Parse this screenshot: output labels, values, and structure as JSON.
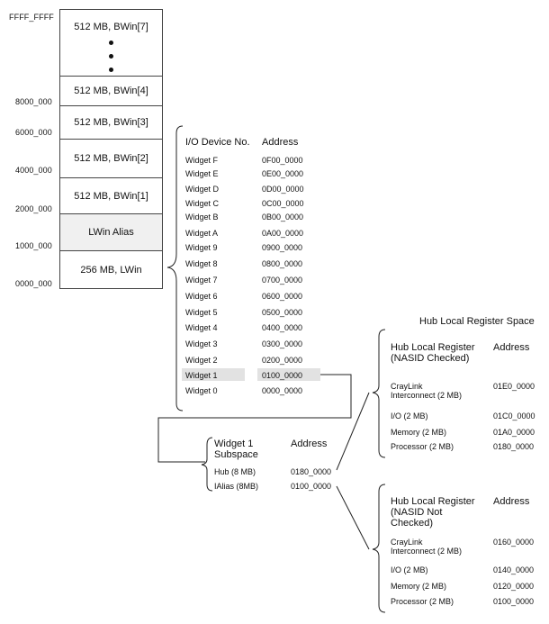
{
  "memory_map": {
    "ticks": [
      "FFFF_FFFF",
      "8000_000",
      "6000_000",
      "4000_000",
      "2000_000",
      "1000_000",
      "0000_000"
    ],
    "blocks": [
      {
        "label": "512 MB, BWin[7]"
      },
      {
        "label": "512 MB, BWin[4]"
      },
      {
        "label": "512 MB, BWin[3]"
      },
      {
        "label": "512 MB, BWin[2]"
      },
      {
        "label": "512 MB, BWin[1]"
      },
      {
        "label": "LWin Alias"
      },
      {
        "label": "256 MB, LWin"
      }
    ]
  },
  "io_table": {
    "col_device": "I/O Device No.",
    "col_address": "Address",
    "rows": [
      {
        "device": "Widget F",
        "address": "0F00_0000"
      },
      {
        "device": "Widget E",
        "address": "0E00_0000"
      },
      {
        "device": "Widget D",
        "address": "0D00_0000"
      },
      {
        "device": "Widget C",
        "address": "0C00_0000"
      },
      {
        "device": "Widget B",
        "address": "0B00_0000"
      },
      {
        "device": "Widget A",
        "address": "0A00_0000"
      },
      {
        "device": "Widget 9",
        "address": "0900_0000"
      },
      {
        "device": "Widget 8",
        "address": "0800_0000"
      },
      {
        "device": "Widget 7",
        "address": "0700_0000"
      },
      {
        "device": "Widget 6",
        "address": "0600_0000"
      },
      {
        "device": "Widget 5",
        "address": "0500_0000"
      },
      {
        "device": "Widget 4",
        "address": "0400_0000"
      },
      {
        "device": "Widget 3",
        "address": "0300_0000"
      },
      {
        "device": "Widget 2",
        "address": "0200_0000"
      },
      {
        "device": "Widget 1",
        "address": "0100_0000"
      },
      {
        "device": "Widget 0",
        "address": "0000_0000"
      }
    ]
  },
  "subspace": {
    "title_line1": "Widget 1",
    "title_line2": "Subspace",
    "col_address": "Address",
    "rows": [
      {
        "label": "Hub (8 MB)",
        "address": "0180_0000"
      },
      {
        "label": "IAlias (8MB)",
        "address": "0100_0000"
      }
    ]
  },
  "hub_space": {
    "title": "Hub Local Register Space",
    "checked": {
      "title_line1": "Hub Local Register",
      "title_line2": "(NASID Checked)",
      "col_address": "Address",
      "rows": [
        {
          "label_line1": "CrayLink",
          "label_line2": "Interconnect (2 MB)",
          "address": "01E0_0000"
        },
        {
          "label_line1": "I/O (2 MB)",
          "label_line2": "",
          "address": "01C0_0000"
        },
        {
          "label_line1": "Memory (2 MB)",
          "label_line2": "",
          "address": "01A0_0000"
        },
        {
          "label_line1": "Processor (2 MB)",
          "label_line2": "",
          "address": "0180_0000"
        }
      ]
    },
    "not_checked": {
      "title_line1": "Hub Local Register",
      "title_line2": "(NASID Not",
      "title_line3": "Checked)",
      "col_address": "Address",
      "rows": [
        {
          "label_line1": "CrayLink",
          "label_line2": "Interconnect (2 MB)",
          "address": "0160_0000"
        },
        {
          "label_line1": "I/O (2 MB)",
          "label_line2": "",
          "address": "0140_0000"
        },
        {
          "label_line1": "Memory (2 MB)",
          "label_line2": "",
          "address": "0120_0000"
        },
        {
          "label_line1": "Processor (2 MB)",
          "label_line2": "",
          "address": "0100_0000"
        }
      ]
    }
  }
}
